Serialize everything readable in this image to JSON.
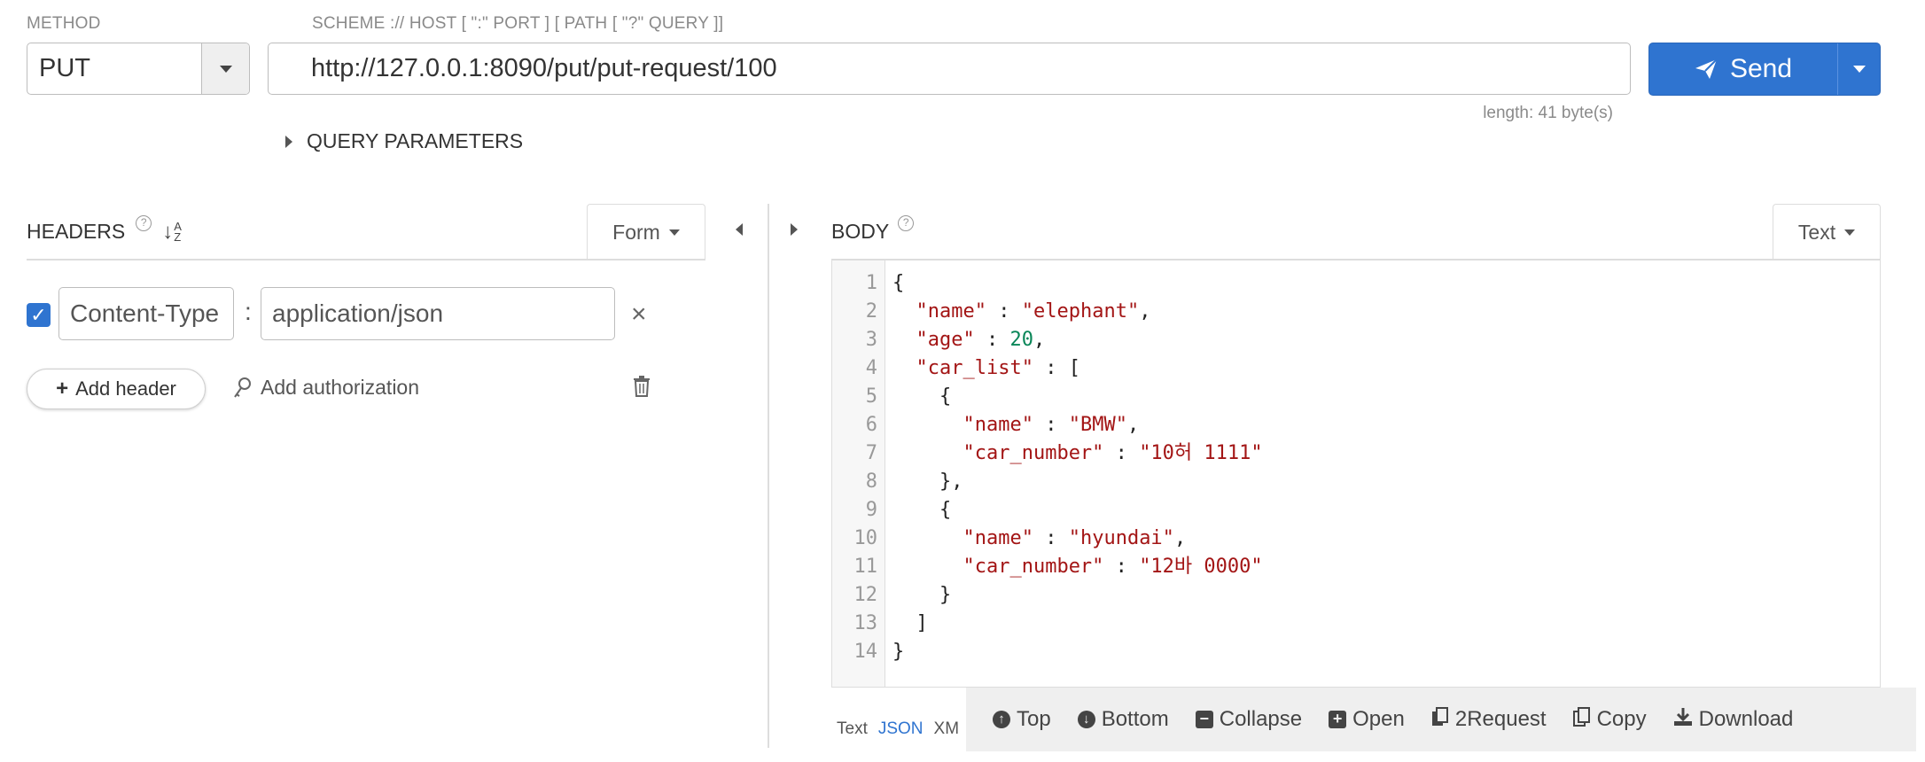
{
  "request": {
    "method_label": "METHOD",
    "method": "PUT",
    "url_label": "SCHEME :// HOST [ \":\" PORT ] [ PATH [ \"?\" QUERY ]]",
    "url": "http://127.0.0.1:8090/put/put-request/100",
    "length": "length: 41 byte(s)",
    "send": "Send",
    "query_params": "QUERY PARAMETERS"
  },
  "headers": {
    "title": "HEADERS",
    "help": "?",
    "mode": "Form",
    "rows": [
      {
        "enabled": true,
        "name": "Content-Type",
        "value": "application/json"
      }
    ],
    "add_header": "Add header",
    "add_authorization": "Add authorization"
  },
  "body": {
    "title": "BODY",
    "help": "?",
    "mode": "Text",
    "line_numbers": [
      "1",
      "2",
      "3",
      "4",
      "5",
      "6",
      "7",
      "8",
      "9",
      "10",
      "11",
      "12",
      "13",
      "14"
    ],
    "lines": [
      [
        {
          "t": "p",
          "v": "{"
        }
      ],
      [
        {
          "t": "p",
          "v": "  "
        },
        {
          "t": "k",
          "v": "\"name\""
        },
        {
          "t": "p",
          "v": " : "
        },
        {
          "t": "s",
          "v": "\"elephant\""
        },
        {
          "t": "p",
          "v": ","
        }
      ],
      [
        {
          "t": "p",
          "v": "  "
        },
        {
          "t": "k",
          "v": "\"age\""
        },
        {
          "t": "p",
          "v": " : "
        },
        {
          "t": "n",
          "v": "20"
        },
        {
          "t": "p",
          "v": ","
        }
      ],
      [
        {
          "t": "p",
          "v": "  "
        },
        {
          "t": "k",
          "v": "\"car_list\""
        },
        {
          "t": "p",
          "v": " : ["
        }
      ],
      [
        {
          "t": "p",
          "v": "    {"
        }
      ],
      [
        {
          "t": "p",
          "v": "      "
        },
        {
          "t": "k",
          "v": "\"name\""
        },
        {
          "t": "p",
          "v": " : "
        },
        {
          "t": "s",
          "v": "\"BMW\""
        },
        {
          "t": "p",
          "v": ","
        }
      ],
      [
        {
          "t": "p",
          "v": "      "
        },
        {
          "t": "k",
          "v": "\"car_number\""
        },
        {
          "t": "p",
          "v": " : "
        },
        {
          "t": "s",
          "v": "\"10허 1111\""
        }
      ],
      [
        {
          "t": "p",
          "v": "    },"
        }
      ],
      [
        {
          "t": "p",
          "v": "    {"
        }
      ],
      [
        {
          "t": "p",
          "v": "      "
        },
        {
          "t": "k",
          "v": "\"name\""
        },
        {
          "t": "p",
          "v": " : "
        },
        {
          "t": "s",
          "v": "\"hyundai\""
        },
        {
          "t": "p",
          "v": ","
        }
      ],
      [
        {
          "t": "p",
          "v": "      "
        },
        {
          "t": "k",
          "v": "\"car_number\""
        },
        {
          "t": "p",
          "v": " : "
        },
        {
          "t": "s",
          "v": "\"12바 0000\""
        }
      ],
      [
        {
          "t": "p",
          "v": "    }"
        }
      ],
      [
        {
          "t": "p",
          "v": "  ]"
        }
      ],
      [
        {
          "t": "p",
          "v": "}"
        }
      ]
    ],
    "modes": [
      "Text",
      "JSON",
      "XM"
    ],
    "active_mode": "JSON",
    "toolbar": [
      {
        "icon": "arrow-up-circle-icon",
        "glyph": "↑",
        "shape": "circle",
        "label": "Top"
      },
      {
        "icon": "arrow-down-circle-icon",
        "glyph": "↓",
        "shape": "circle",
        "label": "Bottom"
      },
      {
        "icon": "minus-square-icon",
        "glyph": "−",
        "shape": "square",
        "label": "Collapse"
      },
      {
        "icon": "plus-square-icon",
        "glyph": "+",
        "shape": "square",
        "label": "Open"
      },
      {
        "icon": "copy-request-icon",
        "glyph": "",
        "shape": "docs",
        "label": "2Request"
      },
      {
        "icon": "copy-icon",
        "glyph": "",
        "shape": "docs-outline",
        "label": "Copy"
      },
      {
        "icon": "download-icon",
        "glyph": "",
        "shape": "download",
        "label": "Download"
      }
    ]
  },
  "colors": {
    "accent": "#2f74d0",
    "json_key": "#a31515",
    "json_number": "#098658"
  }
}
